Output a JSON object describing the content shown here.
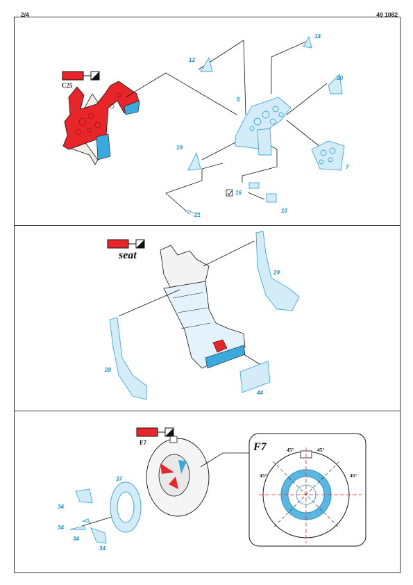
{
  "header": {
    "page": "2/4",
    "code": "49 1082"
  },
  "colors": {
    "paint_red": "#e8262a",
    "etch_blue": "#3aa9dc",
    "etch_fill": "#d3ecf8",
    "leader": "#111111"
  },
  "panel1": {
    "paint_label": "C25",
    "parts": {
      "p5": "5",
      "p7": "7",
      "p10": "10",
      "p12": "12",
      "p14": "14",
      "p16": "16",
      "p19": "19",
      "p20": "20",
      "p21": "21"
    }
  },
  "panel2": {
    "title": "seat",
    "parts": {
      "p28": "28",
      "p29": "29",
      "p44": "44"
    }
  },
  "panel3": {
    "paint_label": "F7",
    "detail_title": "F7",
    "angles": [
      "45°",
      "45°",
      "45°",
      "45°"
    ],
    "parts": {
      "p34a": "34",
      "p34b": "34",
      "p34c": "34",
      "p34d": "34",
      "p37": "37"
    }
  }
}
